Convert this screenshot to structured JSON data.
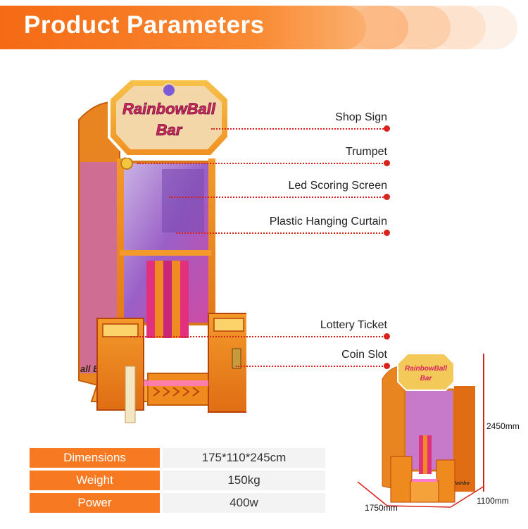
{
  "header": {
    "title": "Product Parameters"
  },
  "machine": {
    "sign_line1": "RainbowBall",
    "sign_line2": "Bar",
    "side_text": "all Ba",
    "icon": "arcade-machine-icon"
  },
  "callouts": [
    {
      "id": "shop-sign",
      "label": "Shop Sign"
    },
    {
      "id": "trumpet",
      "label": "Trumpet"
    },
    {
      "id": "led-scoring-screen",
      "label": "Led Scoring Screen"
    },
    {
      "id": "plastic-hanging-curtain",
      "label": "Plastic Hanging Curtain"
    },
    {
      "id": "lottery-ticket",
      "label": "Lottery Ticket"
    },
    {
      "id": "coin-slot",
      "label": "Coin Slot"
    }
  ],
  "specs": [
    {
      "key": "Dimensions",
      "value": "175*110*245cm"
    },
    {
      "key": "Weight",
      "value": "150kg"
    },
    {
      "key": "Power",
      "value": "400w"
    }
  ],
  "dimensions_figure": {
    "height": "2450mm",
    "depth": "1100mm",
    "width": "1750mm",
    "sign_line1": "RainbowBall",
    "sign_line2": "Bar",
    "side_text": "Rainbo"
  },
  "colors": {
    "accent": "#f77a22",
    "callout": "#d8231c",
    "machine_orange": "#ef8a1e",
    "machine_pink": "#e23a8a"
  }
}
